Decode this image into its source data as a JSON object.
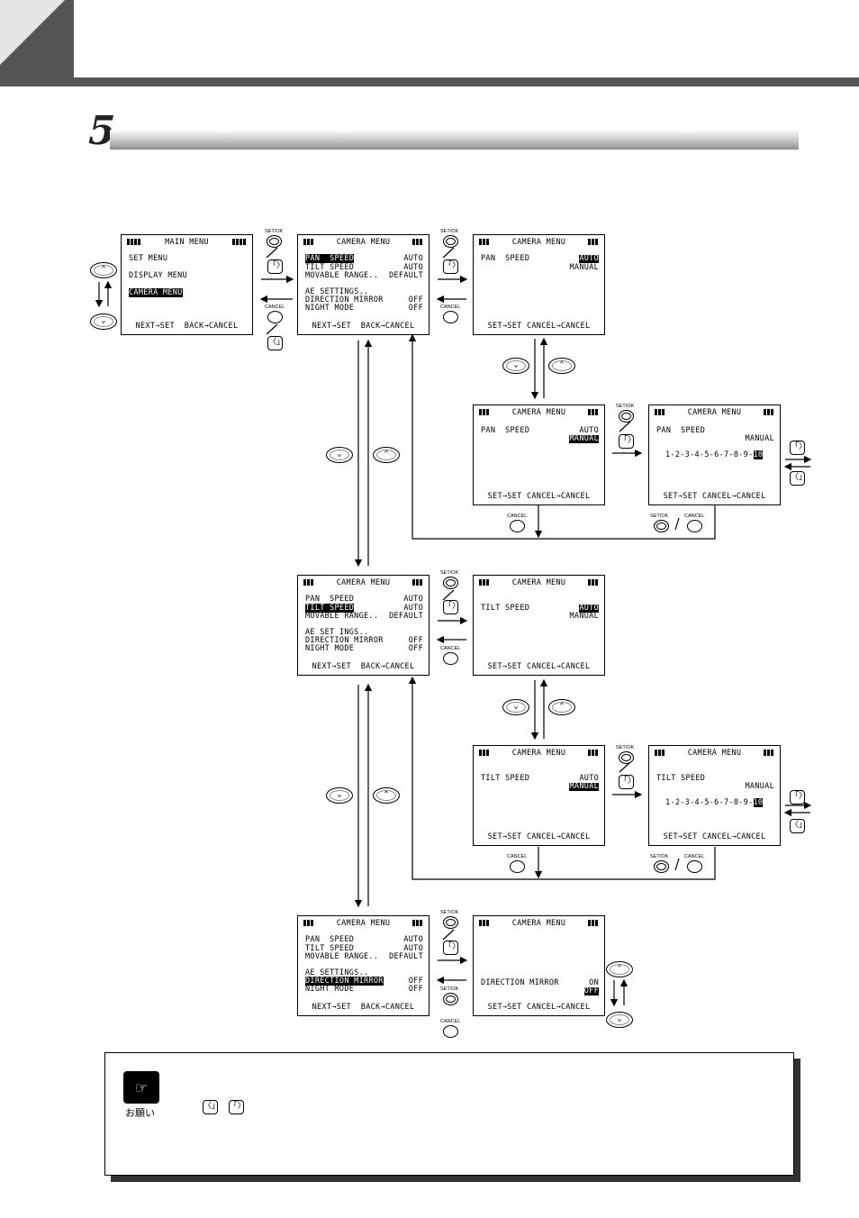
{
  "section": {
    "number": "5"
  },
  "screens": {
    "main": {
      "title": "MAIN  MENU",
      "items": [
        "SET MENU",
        "DISPLAY MENU",
        "CAMERA MENU"
      ],
      "footer": "NEXT→SET  BACK→CANCEL"
    },
    "cam1": {
      "title": "CAMERA MENU",
      "rows": [
        [
          "PAN  SPEED",
          "AUTO"
        ],
        [
          "TILT SPEED",
          "AUTO"
        ],
        [
          "MOVABLE RANGE..",
          "DEFAULT"
        ],
        [
          "",
          ""
        ],
        [
          "AE SETTINGS..",
          ""
        ],
        [
          "DIRECTION MIRROR",
          "OFF"
        ],
        [
          "NIGHT MODE",
          "OFF"
        ]
      ],
      "footer": "NEXT→SET  BACK→CANCEL"
    },
    "pan_auto": {
      "title": "CAMERA MENU",
      "label": "PAN  SPEED",
      "opt1": "AUTO",
      "opt2": "MANUAL",
      "footer": "SET→SET CANCEL→CANCEL"
    },
    "pan_manual": {
      "title": "CAMERA MENU",
      "label": "PAN  SPEED",
      "opt1": "AUTO",
      "opt2": "MANUAL",
      "footer": "SET→SET CANCEL→CANCEL"
    },
    "pan_scale": {
      "title": "CAMERA MENU",
      "label": "PAN  SPEED",
      "mode": "MANUAL",
      "scale": "1-2-3-4-5-6-7-8-9-",
      "scale_sel": "10",
      "footer": "SET→SET CANCEL→CANCEL"
    },
    "cam2": {
      "title": "CAMERA MENU",
      "rows": [
        [
          "PAN  SPEED",
          "AUTO"
        ],
        [
          "TILT SPEED",
          "AUTO"
        ],
        [
          "MOVABLE RANGE..",
          "DEFAULT"
        ],
        [
          "",
          ""
        ],
        [
          "AE SET INGS..",
          ""
        ],
        [
          "DIRECTION MIRROR",
          "OFF"
        ],
        [
          "NIGHT MODE",
          "OFF"
        ]
      ],
      "footer": "NEXT→SET  BACK→CANCEL"
    },
    "tilt_auto": {
      "title": "CAMERA MENU",
      "label": "TILT SPEED",
      "opt1": "AUTO",
      "opt2": "MANUAL",
      "footer": "SET→SET CANCEL→CANCEL"
    },
    "tilt_manual": {
      "title": "CAMERA MENU",
      "label": "TILT SPEED",
      "opt1": "AUTO",
      "opt2": "MANUAL",
      "footer": "SET→SET CANCEL→CANCEL"
    },
    "tilt_scale": {
      "title": "CAMERA MENU",
      "label": "TILT SPEED",
      "mode": "MANUAL",
      "scale": "1-2-3-4-5-6-7-8-9-",
      "scale_sel": "10",
      "footer": "SET→SET CANCEL→CANCEL"
    },
    "cam3": {
      "title": "CAMERA MENU",
      "rows": [
        [
          "PAN  SPEED",
          "AUTO"
        ],
        [
          "TILT SPEED",
          "AUTO"
        ],
        [
          "MOVABLE RANGE..",
          "DEFAULT"
        ],
        [
          "",
          ""
        ],
        [
          "AE SETTINGS..",
          ""
        ],
        [
          "DIRECTION MIRROR",
          "OFF"
        ],
        [
          "NIGHT MODE",
          "OFF"
        ]
      ],
      "footer": "NEXT→SET  BACK→CANCEL"
    },
    "mirror": {
      "title": "CAMERA MENU",
      "label": "DIRECTION MIRROR",
      "opt1": "ON",
      "opt2": "OFF",
      "footer": "SET→SET CANCEL→CANCEL"
    }
  },
  "buttons": {
    "setok": "SET/OK",
    "cancel": "CANCEL",
    "right": "「〉",
    "left": "〈」"
  },
  "note": {
    "icon_label": "お願い"
  }
}
